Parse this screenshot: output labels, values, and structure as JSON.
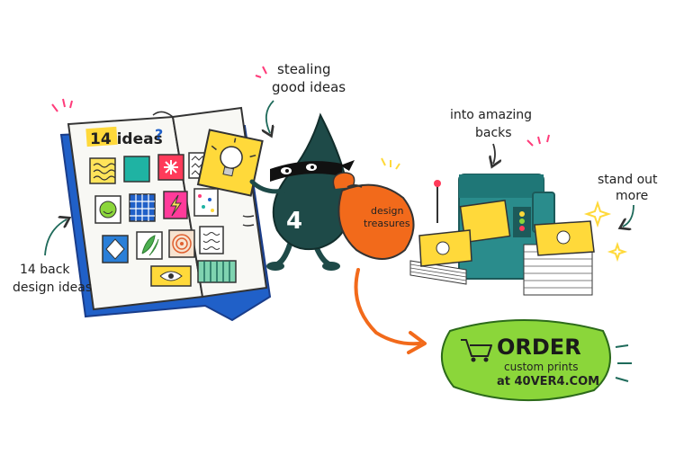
{
  "book": {
    "title": "14 ideas",
    "title_mark": "?"
  },
  "thief": {
    "number": "4",
    "bag_label_line1": "design",
    "bag_label_line2": "treasures"
  },
  "annotations": {
    "stealing_line1": "stealing",
    "stealing_line2": "good ideas",
    "into_line1": "into amazing",
    "into_line2": "backs",
    "standout_line1": "stand out",
    "standout_line2": "more",
    "back_line1": "14 back",
    "back_line2": "design ideas"
  },
  "cta": {
    "title": "ORDER",
    "line1": "custom prints",
    "line2": "at 40VER4.COM",
    "icon": "shopping-cart-icon"
  },
  "colors": {
    "book_blue": "#2060c8",
    "thief_teal": "#1e4a48",
    "bag_orange": "#f26a1b",
    "printer_teal": "#2a8c8c",
    "cta_green": "#8bd63a",
    "card_yellow": "#ffd93a",
    "accent_pink": "#ff3b7a"
  }
}
